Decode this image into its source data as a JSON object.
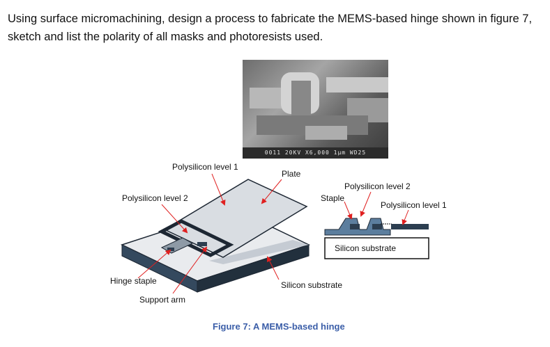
{
  "question": "Using surface micromachining, design a process to fabricate the MEMS-based hinge shown in figure 7, sketch and list the polarity of all masks and photoresists used.",
  "sem_caption": "0011  20KV  X6,000   1µm WD25",
  "labels": {
    "polysilicon_level_1_top": "Polysilicon level 1",
    "plate": "Plate",
    "polysilicon_level_2_left": "Polysilicon level 2",
    "hinge_staple": "Hinge staple",
    "support_arm": "Support arm",
    "silicon_substrate_bottom": "Silicon substrate",
    "polysilicon_level_2_right": "Polysilicon level 2",
    "staple": "Staple",
    "polysilicon_level_1_right": "Polysilicon level 1",
    "silicon_substrate_box": "Silicon substrate"
  },
  "figure_caption": "Figure 7: A MEMS-based hinge",
  "colors": {
    "caption": "#3b5ea8",
    "arrow": "#e02020",
    "substrate_dark": "#2c3e50",
    "poly": "#3f5f7f"
  }
}
